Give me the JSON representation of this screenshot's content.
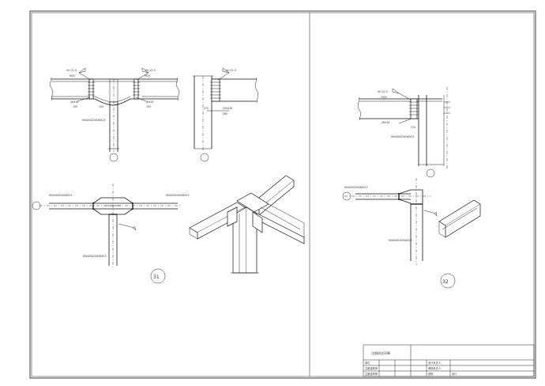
{
  "sheet": {
    "detail_31_number": "31",
    "detail_32_number": "32"
  },
  "detail_31": {
    "weld_symbol_left": "hf=21.5",
    "weld_symbol_right": "hf=21.5",
    "weld_symbol_side": "hf=21.5",
    "bolt_label_left": "M20",
    "bolt_label_right": "M20",
    "plate_label_left": "-16X18",
    "plate_label_right": "-16X18",
    "gap_labels": [
      "100",
      "100",
      "100"
    ],
    "column_label": "HN400X200X8X13",
    "beam_plan_left": "HN400X200X8X13",
    "beam_plan_right": "HN400X200X8X13",
    "column_plan_label": "HN400X200X8X13",
    "side_labels": [
      "275",
      "200X16",
      "280"
    ]
  },
  "detail_32": {
    "weld_symbol": "hf=21.5",
    "bolt_label": "M20",
    "plate_label": "-16X18",
    "side_label": "270",
    "column_label": "HN400X200X8X13",
    "beam_plan_label": "HN400X200X8X13",
    "column_plan_label": "HN400X200X8X13"
  },
  "title_block": {
    "heading": "注册执业印章",
    "rows": [
      {
        "label": "单位",
        "value": "设计负责人"
      },
      {
        "label": "注册建筑师",
        "value": "审核负责人"
      },
      {
        "label": "注册结构师",
        "value": "校核"
      },
      {
        "label": "",
        "value": "设计"
      }
    ]
  }
}
